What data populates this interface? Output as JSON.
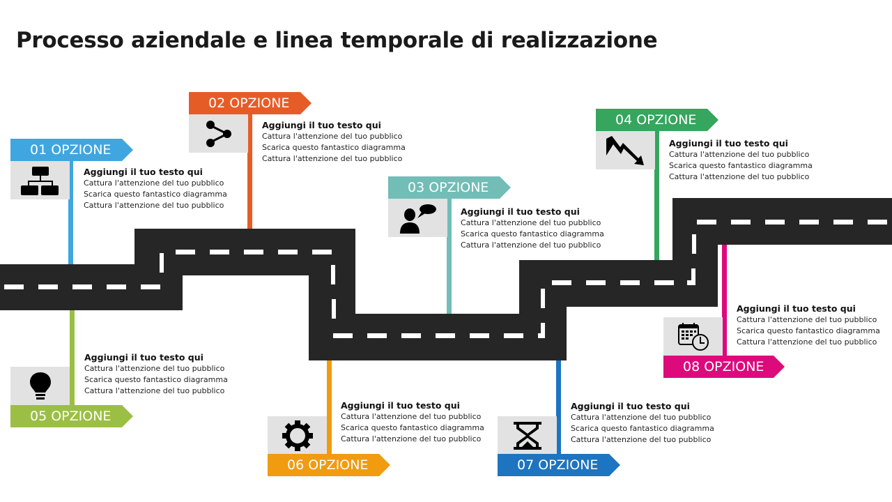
{
  "title": "Processo aziendale e linea temporale di realizzazione",
  "colors": {
    "road": "#262626",
    "road_marking": "#ffffff",
    "icon_box": "#e2e2e2",
    "opt01": "#3fa6df",
    "opt02": "#e65c27",
    "opt03": "#72bdb6",
    "opt04": "#36a55e",
    "opt05": "#9bbf44",
    "opt06": "#f19b11",
    "opt07": "#1d74c0",
    "opt08": "#dd0a7c"
  },
  "options": [
    {
      "label": "01 OPZIONE",
      "icon": "org-chart-icon",
      "heading": "Aggiungi il tuo testo qui",
      "lines": [
        "Cattura l'attenzione del tuo pubblico",
        "Scarica questo fantastico diagramma",
        "Cattura l'attenzione del tuo pubblico"
      ]
    },
    {
      "label": "02 OPZIONE",
      "icon": "share-icon",
      "heading": "Aggiungi il tuo testo qui",
      "lines": [
        "Cattura l'attenzione del tuo pubblico",
        "Scarica questo fantastico diagramma",
        "Cattura l'attenzione del tuo pubblico"
      ]
    },
    {
      "label": "03 OPZIONE",
      "icon": "person-speech-icon",
      "heading": "Aggiungi il tuo testo qui",
      "lines": [
        "Cattura l'attenzione del tuo pubblico",
        "Scarica questo fantastico diagramma",
        "Cattura l'attenzione del tuo pubblico"
      ]
    },
    {
      "label": "04 OPZIONE",
      "icon": "downtrend-arrow-icon",
      "heading": "Aggiungi il tuo testo qui",
      "lines": [
        "Cattura l'attenzione del tuo pubblico",
        "Scarica questo fantastico diagramma",
        "Cattura l'attenzione del tuo pubblico"
      ]
    },
    {
      "label": "05 OPZIONE",
      "icon": "lightbulb-icon",
      "heading": "Aggiungi il tuo testo qui",
      "lines": [
        "Cattura l'attenzione del tuo pubblico",
        "Scarica questo fantastico diagramma",
        "Cattura l'attenzione del tuo pubblico"
      ]
    },
    {
      "label": "06 OPZIONE",
      "icon": "gear-icon",
      "heading": "Aggiungi il tuo testo qui",
      "lines": [
        "Cattura l'attenzione del tuo pubblico",
        "Scarica questo fantastico diagramma",
        "Cattura l'attenzione del tuo pubblico"
      ]
    },
    {
      "label": "07 OPZIONE",
      "icon": "hourglass-icon",
      "heading": "Aggiungi il tuo testo qui",
      "lines": [
        "Cattura l'attenzione del tuo pubblico",
        "Scarica questo fantastico diagramma",
        "Cattura l'attenzione del tuo pubblico"
      ]
    },
    {
      "label": "08 OPZIONE",
      "icon": "calendar-clock-icon",
      "heading": "Aggiungi il tuo testo qui",
      "lines": [
        "Cattura l'attenzione del tuo pubblico",
        "Scarica questo fantastico diagramma",
        "Cattura l'attenzione del tuo pubblico"
      ]
    }
  ]
}
